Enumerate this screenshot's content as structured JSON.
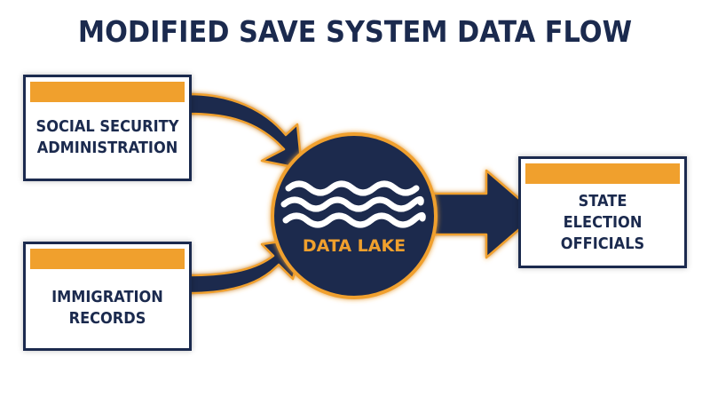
{
  "title": "MODIFIED SAVE SYSTEM DATA FLOW",
  "sources": [
    {
      "label": "SOCIAL SECURITY\nADMINISTRATION"
    },
    {
      "label": "IMMIGRATION\nRECORDS"
    }
  ],
  "hub": {
    "label": "DATA LAKE",
    "icon": "waves-icon"
  },
  "destination": {
    "label": "STATE\nELECTION\nOFFICIALS"
  },
  "colors": {
    "navy": "#1b2a4e",
    "orange": "#f0a02d",
    "background": "#ffffff"
  }
}
